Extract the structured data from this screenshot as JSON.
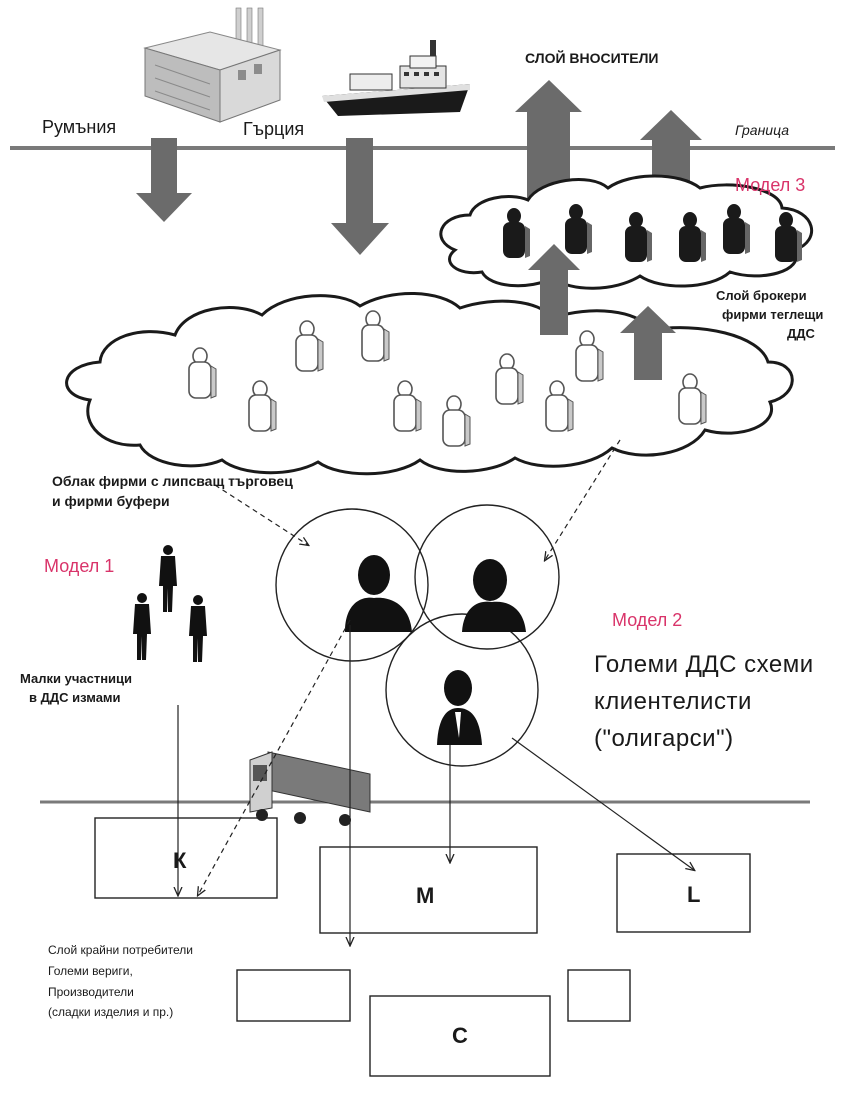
{
  "colors": {
    "accent": "#d9346a",
    "arrow": "#6b6b6b",
    "line": "#7a7a7a"
  },
  "layers": {
    "carriers": "СЛОЙ ВНОСИТЕЛИ",
    "border": "Граница",
    "brokers": [
      "Слой брокери",
      "фирми теглещи",
      "ДДС"
    ],
    "missing_trader_cloud": [
      "Облак фирми с липсващ търговец",
      "и фирми буфери"
    ],
    "end_consumers": [
      "Слой крайни потребители",
      "Големи вериги,",
      "Производители",
      "(сладки изделия и пр.)"
    ]
  },
  "countries": {
    "romania": "Румъния",
    "greece": "Гърция"
  },
  "models": {
    "model1": {
      "title": "Модел 1",
      "desc": [
        "Малки участници",
        "в ДДС измами"
      ]
    },
    "model2": {
      "title": "Модел 2",
      "desc": [
        "Големи ДДС схеми",
        "клиентелисти",
        "(\"олигарси\")"
      ]
    },
    "model3": {
      "title": "Модел 3"
    }
  },
  "boxes": {
    "k": "К",
    "m": "М",
    "l": "L",
    "c": "С"
  },
  "icons": [
    "factory-icon",
    "ship-icon",
    "truck-icon",
    "person-icon",
    "silhouette-head-icon"
  ]
}
